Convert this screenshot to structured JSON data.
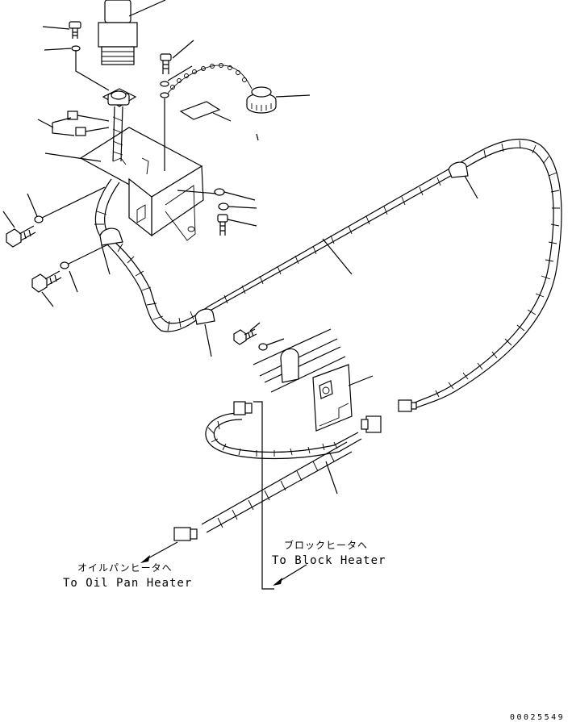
{
  "labels": {
    "oil_pan_jp": "オイルパンヒータへ",
    "oil_pan_en": "To Oil Pan Heater",
    "block_jp": "ブロックヒータへ",
    "block_en": "To Block Heater",
    "drawing_code": "00025549"
  },
  "icons": [
    "switch-assembly-icon",
    "cap-icon",
    "bracket-icon",
    "bolt-icon",
    "washer-icon",
    "clamp-icon",
    "connector-icon",
    "arrow-icon"
  ]
}
